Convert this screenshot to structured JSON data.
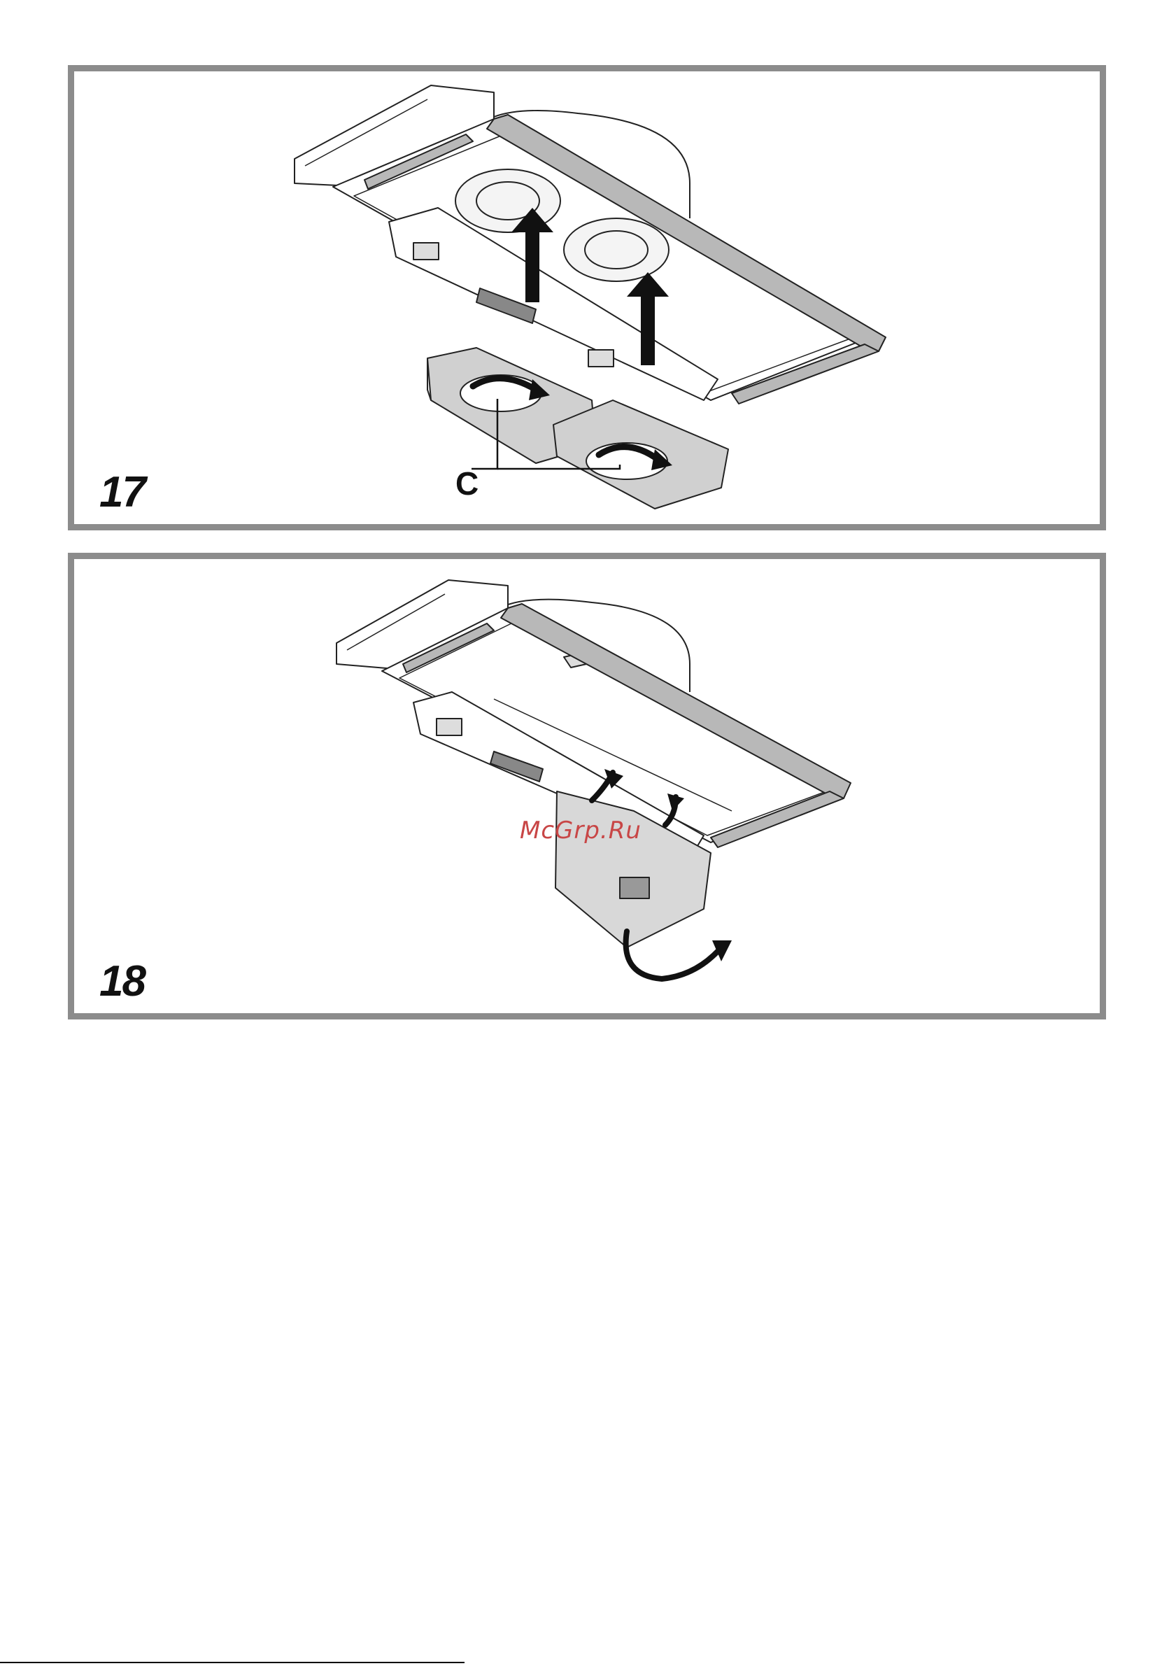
{
  "figures": [
    {
      "number": "17",
      "callout": "C"
    },
    {
      "number": "18",
      "watermark": "McGrp.Ru"
    }
  ],
  "colors": {
    "frame": "#8c8c8c",
    "line": "#222222",
    "shade": "#b8b8b8",
    "watermark": "#c84646"
  }
}
